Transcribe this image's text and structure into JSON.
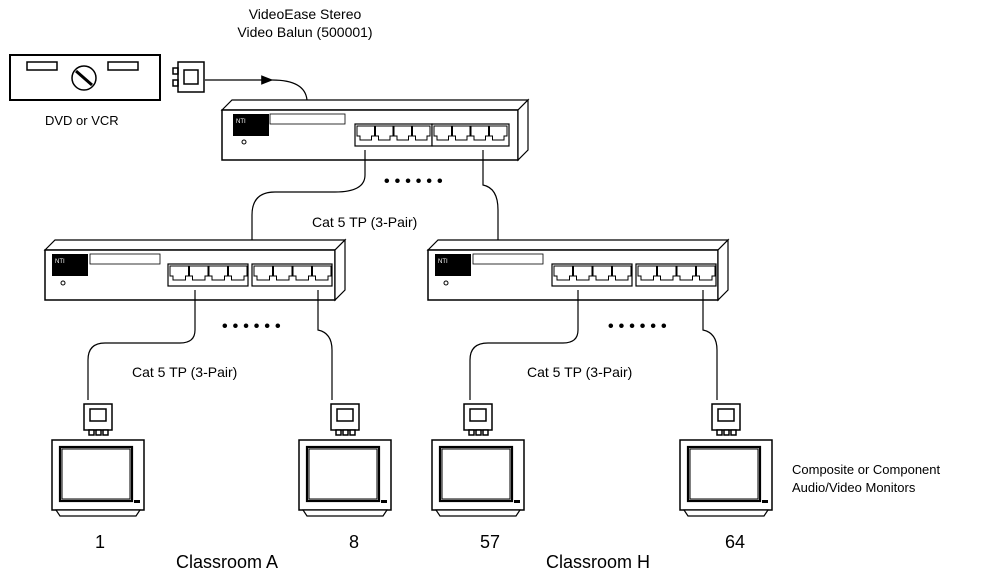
{
  "title": {
    "line1": "VideoEase Stereo",
    "line2": "Video Balun (500001)"
  },
  "source_label": "DVD or VCR",
  "cable_labels": {
    "top": "Cat 5 TP (3-Pair)",
    "left": "Cat 5 TP (3-Pair)",
    "right": "Cat 5 TP (3-Pair)"
  },
  "continuation": "••••••",
  "monitors": [
    {
      "number": "1"
    },
    {
      "number": "8"
    },
    {
      "number": "57"
    },
    {
      "number": "64"
    }
  ],
  "classrooms": {
    "a": "Classroom A",
    "h": "Classroom H"
  },
  "monitor_note": {
    "line1": "Composite or Component",
    "line2": "Audio/Video Monitors"
  },
  "colors": {
    "line": "#000000",
    "background": "#ffffff"
  },
  "icons": [
    "dvd-vcr-icon",
    "balun-icon",
    "hub-icon",
    "monitor-icon"
  ]
}
